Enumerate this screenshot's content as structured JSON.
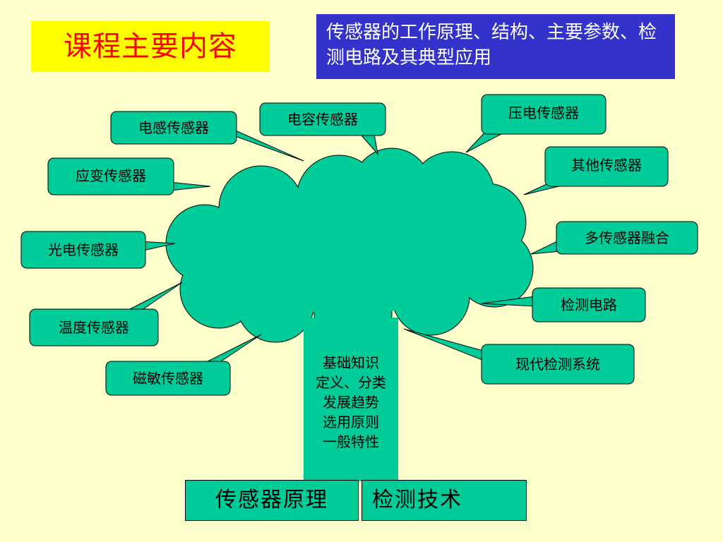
{
  "title": "课程主要内容",
  "summary": "传感器的工作原理、结构、主要参数、检测电路及其典型应用",
  "nodes": [
    "电感传感器",
    "电容传感器",
    "压电传感器",
    "其他传感器",
    "应变传感器",
    "多传感器融合",
    "光电传感器",
    "检测电路",
    "温度传感器",
    "现代检测系统",
    "磁敏传感器"
  ],
  "trunk_lines": [
    "基础知识",
    "定义、分类",
    "发展趋势",
    "选用原则",
    "一般特性"
  ],
  "bottom": {
    "left": "传感器原理",
    "right": "检测技术"
  },
  "colors": {
    "background": "#ffffcc",
    "shape_fill": "#00cc99",
    "title_bg": "#ffff00",
    "title_text": "#ff0000",
    "summary_bg": "#3333cc"
  }
}
